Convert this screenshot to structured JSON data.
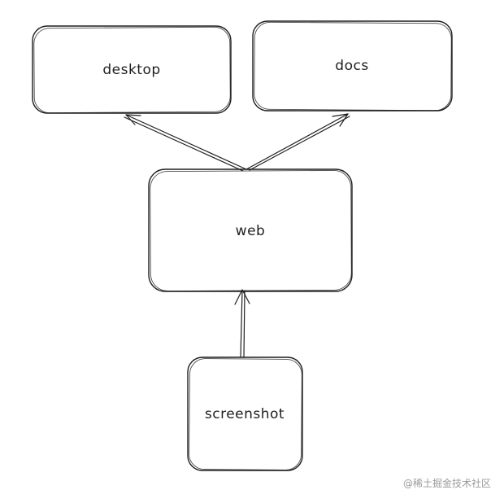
{
  "diagram": {
    "nodes": {
      "desktop": "desktop",
      "docs": "docs",
      "web": "web",
      "screenshot": "screenshot"
    },
    "edges": [
      {
        "from": "web",
        "to": "desktop"
      },
      {
        "from": "web",
        "to": "docs"
      },
      {
        "from": "screenshot",
        "to": "web"
      }
    ],
    "stroke_color": "#1e1e1e",
    "background_color": "#ffffff"
  },
  "watermark": "@稀土掘金技术社区"
}
